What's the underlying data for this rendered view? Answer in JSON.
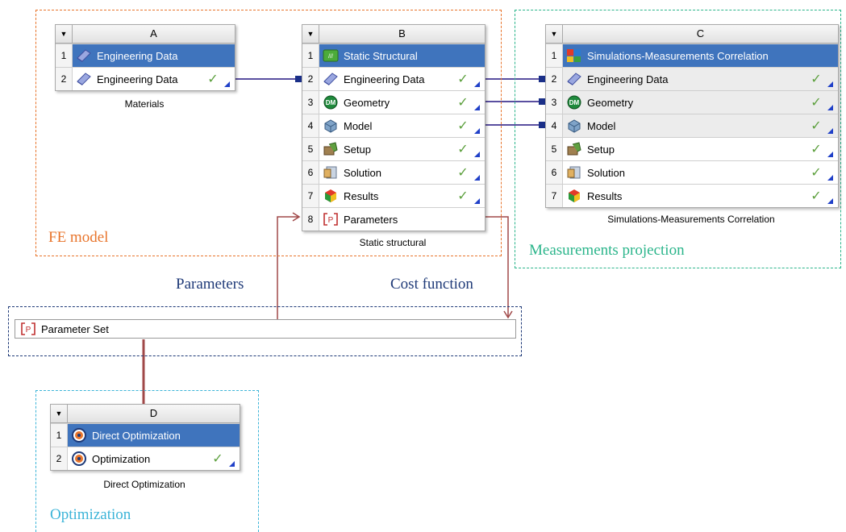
{
  "regions": {
    "fe_model": "FE model",
    "measurements": "Measurements projection",
    "optimization": "Optimization"
  },
  "arrow_labels": {
    "parameters": "Parameters",
    "cost_function": "Cost function"
  },
  "colors": {
    "fe_model": "#e8742b",
    "measurements": "#2bb58b",
    "parameter_set": "#1f3a78",
    "optimization": "#3cb4d8",
    "selected_row": "#3f74bd",
    "link": "#5a4fa0",
    "param_link": "#a04848",
    "check": "#5da03e"
  },
  "system_a": {
    "letter": "A",
    "caption": "Materials",
    "rows": [
      {
        "num": "1",
        "label": "Engineering Data",
        "icon": "book-icon"
      },
      {
        "num": "2",
        "label": "Engineering Data",
        "icon": "book-icon",
        "status": "✓"
      }
    ]
  },
  "system_b": {
    "letter": "B",
    "caption": "Static structural",
    "rows": [
      {
        "num": "1",
        "label": "Static Structural",
        "icon": "static-structural-icon"
      },
      {
        "num": "2",
        "label": "Engineering Data",
        "icon": "book-icon",
        "status": "✓"
      },
      {
        "num": "3",
        "label": "Geometry",
        "icon": "dm-icon",
        "status": "✓"
      },
      {
        "num": "4",
        "label": "Model",
        "icon": "model-icon",
        "status": "✓"
      },
      {
        "num": "5",
        "label": "Setup",
        "icon": "setup-icon",
        "status": "✓"
      },
      {
        "num": "6",
        "label": "Solution",
        "icon": "solution-icon",
        "status": "✓"
      },
      {
        "num": "7",
        "label": "Results",
        "icon": "results-icon",
        "status": "✓"
      },
      {
        "num": "8",
        "label": "Parameters",
        "icon": "parameters-icon"
      }
    ]
  },
  "system_c": {
    "letter": "C",
    "caption": "Simulations-Measurements Correlation",
    "rows": [
      {
        "num": "1",
        "label": "Simulations-Measurements Correlation",
        "icon": "correlation-icon"
      },
      {
        "num": "2",
        "label": "Engineering Data",
        "icon": "book-icon",
        "status": "✓"
      },
      {
        "num": "3",
        "label": "Geometry",
        "icon": "dm-icon",
        "status": "✓"
      },
      {
        "num": "4",
        "label": "Model",
        "icon": "model-icon",
        "status": "✓"
      },
      {
        "num": "5",
        "label": "Setup",
        "icon": "setup-icon",
        "status": "✓"
      },
      {
        "num": "6",
        "label": "Solution",
        "icon": "solution-icon",
        "status": "✓"
      },
      {
        "num": "7",
        "label": "Results",
        "icon": "results-icon",
        "status": "✓"
      }
    ]
  },
  "system_d": {
    "letter": "D",
    "caption": "Direct Optimization",
    "rows": [
      {
        "num": "1",
        "label": "Direct Optimization",
        "icon": "target-icon"
      },
      {
        "num": "2",
        "label": "Optimization",
        "icon": "target-icon",
        "status": "✓"
      }
    ]
  },
  "parameter_set": {
    "label": "Parameter Set",
    "icon": "parameters-icon"
  },
  "dm_badge": "DM"
}
